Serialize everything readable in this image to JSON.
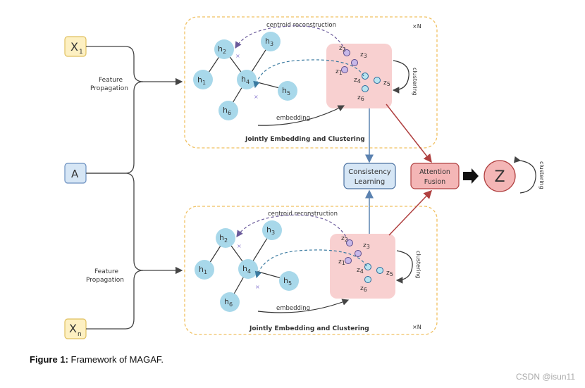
{
  "inputs": {
    "x1": {
      "base": "X",
      "sub": "1"
    },
    "a": "A",
    "xn": {
      "base": "X",
      "sub": "n"
    }
  },
  "labels": {
    "feature_propagation_top_1": "Feature",
    "feature_propagation_top_2": "Propagation",
    "feature_propagation_bottom_1": "Feature",
    "feature_propagation_bottom_2": "Propagation"
  },
  "module_top": {
    "title": "Jointly Embedding and Clustering",
    "repeat": "×N",
    "centroid_label": "centroid reconstruction",
    "embedding_label": "embedding",
    "clustering_label": "clustering",
    "h_nodes": [
      "h",
      "h",
      "h",
      "h",
      "h",
      "h"
    ],
    "h_subs": [
      "1",
      "2",
      "3",
      "4",
      "5",
      "6"
    ],
    "z_nodes": [
      "z",
      "z",
      "z",
      "z",
      "z",
      "z"
    ],
    "z_subs": [
      "1",
      "2",
      "3",
      "4",
      "5",
      "6"
    ]
  },
  "module_bottom": {
    "title": "Jointly Embedding and Clustering",
    "repeat": "×N",
    "centroid_label": "centroid reconstruction",
    "embedding_label": "embedding",
    "clustering_label": "clustering",
    "h_subs": [
      "1",
      "2",
      "3",
      "4",
      "5",
      "6"
    ],
    "z_subs": [
      "1",
      "2",
      "3",
      "4",
      "5",
      "6"
    ]
  },
  "consistency": {
    "line1": "Consistency",
    "line2": "Learning"
  },
  "attention": {
    "line1": "Attention",
    "line2": "Fusion"
  },
  "output": {
    "label": "Z",
    "clustering_label": "clustering"
  },
  "caption": {
    "label": "Figure 1:",
    "text": "Framework of MAGAF."
  },
  "watermark": "CSDN @isun11",
  "colors": {
    "node_blue": "#a8d8ea",
    "cluster_pink": "#f8d0d0",
    "input_yellow": "#fdf0c2",
    "input_yellow_border": "#e0c060",
    "a_blue": "#d6e6f5",
    "attention_red": "#f4b6b6",
    "arrow_blue": "#5b82b0",
    "arrow_red": "#b04040",
    "dashed_orange": "#f0c060"
  }
}
